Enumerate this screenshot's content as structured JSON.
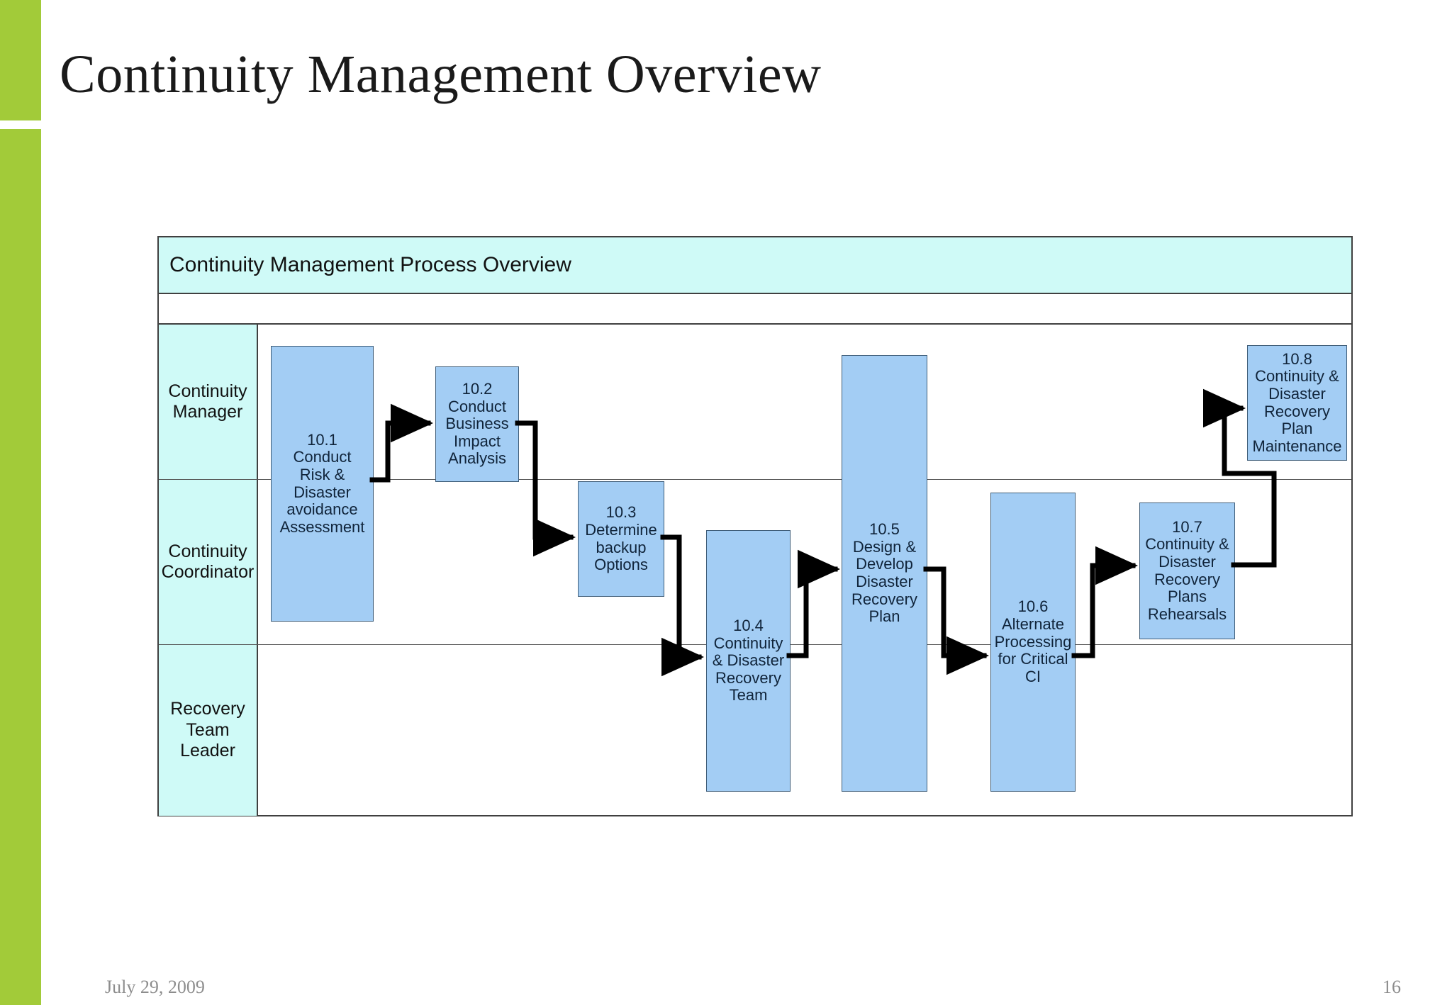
{
  "slide": {
    "title": "Continuity Management Overview",
    "footer_date": "July 29, 2009",
    "page_number": "16",
    "accent_color": "#A2CB39"
  },
  "diagram": {
    "banner_title": "Continuity Management Process Overview",
    "banner_color": "#CFFAF7",
    "lane_color": "#CFFAF7",
    "box_color": "#A3CDF4",
    "border_color": "#404040",
    "lanes": [
      {
        "label": "Continuity\nManager"
      },
      {
        "label": "Continuity\nCoordinator"
      },
      {
        "label": "Recovery\nTeam\nLeader"
      }
    ],
    "boxes": [
      {
        "id": "10.1",
        "label": "10.1\nConduct\nRisk &\nDisaster\navoidance\nAssessment",
        "lane": "Continuity Manager"
      },
      {
        "id": "10.2",
        "label": "10.2\nConduct\nBusiness\nImpact\nAnalysis",
        "lane": "Continuity Manager"
      },
      {
        "id": "10.3",
        "label": "10.3\nDetermine\nbackup\nOptions",
        "lane": "Continuity Coordinator"
      },
      {
        "id": "10.4",
        "label": "10.4\nContinuity\n& Disaster\nRecovery\nTeam",
        "lane": "Recovery Team Leader"
      },
      {
        "id": "10.5",
        "label": "10.5\nDesign &\nDevelop\nDisaster\nRecovery\nPlan",
        "lane": "Continuity Coordinator"
      },
      {
        "id": "10.6",
        "label": "10.6\nAlternate\nProcessing\nfor Critical\nCI",
        "lane": "Recovery Team Leader"
      },
      {
        "id": "10.7",
        "label": "10.7\nContinuity &\nDisaster\nRecovery\nPlans\nRehearsals",
        "lane": "Continuity Coordinator"
      },
      {
        "id": "10.8",
        "label": "10.8\nContinuity &\nDisaster\nRecovery\nPlan\nMaintenance",
        "lane": "Continuity Manager"
      }
    ],
    "flow": [
      {
        "from": "10.1",
        "to": "10.2"
      },
      {
        "from": "10.2",
        "to": "10.3"
      },
      {
        "from": "10.3",
        "to": "10.4"
      },
      {
        "from": "10.4",
        "to": "10.5"
      },
      {
        "from": "10.5",
        "to": "10.6"
      },
      {
        "from": "10.6",
        "to": "10.7"
      },
      {
        "from": "10.7",
        "to": "10.8"
      }
    ]
  }
}
